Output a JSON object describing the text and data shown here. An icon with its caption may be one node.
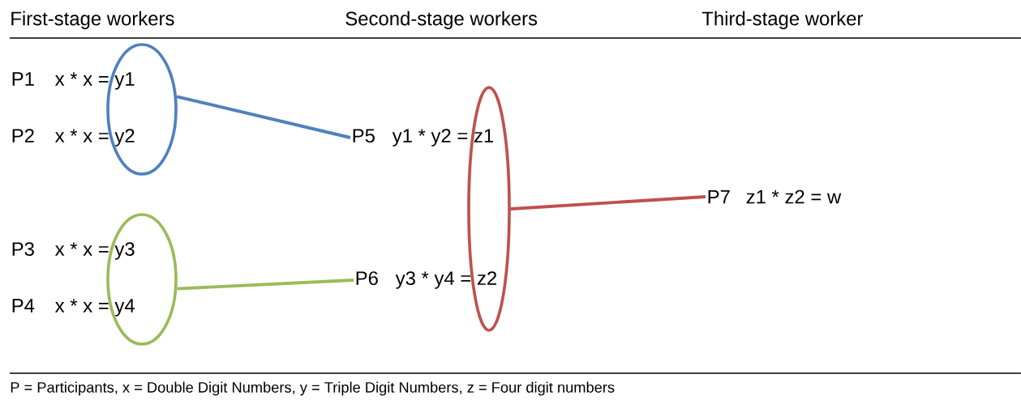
{
  "diagram": {
    "nodes": [
      {
        "text": [
          "P1",
          "x * x = y1"
        ]
      },
      {
        "text": [
          "P2",
          "x * x = y2"
        ]
      },
      {
        "text": [
          "P3",
          "x * x = y3"
        ]
      },
      {
        "text": [
          "P4",
          "x * x = y4"
        ]
      },
      {
        "text": [],
        "shape": "ellipse"
      },
      {
        "text": [],
        "shape": "ellipse"
      },
      {
        "text": [
          "P5",
          "y1 * y2 = z1"
        ]
      },
      {
        "text": [
          "P6",
          "y3 * y4 = z2"
        ]
      },
      {
        "text": [],
        "shape": "ellipse"
      },
      {
        "text": [
          "P7",
          "z1 * z2 = w"
        ]
      }
    ],
    "edges": [
      {
        "from": 4,
        "to": 6,
        "arrow": "none",
        "color": "#4f81bd"
      },
      {
        "from": 5,
        "to": 7,
        "arrow": "none",
        "color": "#9bbb59"
      },
      {
        "from": 8,
        "to": 9,
        "arrow": "none",
        "color": "#c0504d"
      }
    ],
    "labels": [
      "First-stage workers",
      "Second-stage workers",
      "Third-stage worker",
      "P = Participants, x = Double Digit Numbers, y = Triple Digit Numbers, z = Four digit numbers"
    ]
  }
}
